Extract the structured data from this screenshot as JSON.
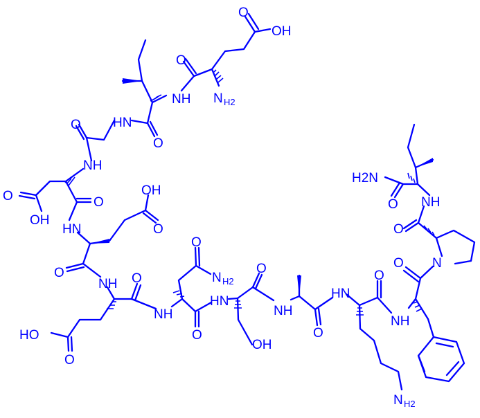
{
  "colors": {
    "structure": "#0000ff",
    "background": "#ffffff"
  },
  "labels": {
    "oh_glu1": "OH",
    "o_glu1_acid": "O",
    "o_ile1_amide": "O",
    "nh_ile1": "NH",
    "n_nterm": "N",
    "h2_nterm": "H2",
    "o_gly": "O",
    "hn_gly": "HN",
    "o_ile_gly": "O",
    "nh_asp": "NH",
    "o_asp_acid": "O",
    "oh_asp_acid": "OH",
    "o_asp_amide": "O",
    "hn_glu2": "HN",
    "oh_glu2": "OH",
    "o_glu2_acid": "O",
    "o_glu2_amide": "O",
    "nh_glu3": "NH",
    "o_glu3_amide": "O",
    "ho_glu3": "HO",
    "o_glu3_acid": "O",
    "o_asn_side": "O",
    "n_asn_side": "N",
    "h2_asn_side": "H2",
    "nh_asn": "NH",
    "o_asn_amide": "O",
    "hn_ser": "HN",
    "o_ser_amide": "O",
    "oh_ser": "OH",
    "nh_ala": "NH",
    "o_ala_amide": "O",
    "o_lys_amide": "O",
    "hn_lys": "HN",
    "n_lys_side": "N",
    "h2_lys_side": "H2",
    "nh_phe": "NH",
    "o_pro": "O",
    "n_pro": "N",
    "o_pro_amide": "O",
    "nh_ile2": "NH",
    "h2n_cterm": "H2N",
    "o_cterm": "O"
  }
}
